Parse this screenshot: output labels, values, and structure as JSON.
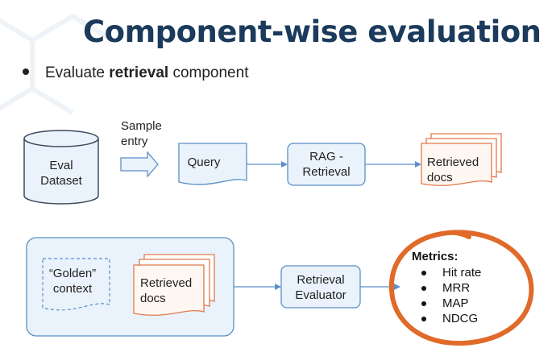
{
  "slide": {
    "title": "Component-wise evaluation",
    "bullet": {
      "prefix": "Evaluate ",
      "bold": "retrieval",
      "suffix": " component"
    }
  },
  "diagram": {
    "eval_dataset": "Eval\nDataset",
    "sample_entry": "Sample\nentry",
    "query": "Query",
    "rag_retrieval": "RAG -\nRetrieval",
    "retrieved_docs_top": "Retrieved\ndocs",
    "golden_context": "“Golden”\ncontext",
    "retrieved_docs_bottom": "Retrieved\ndocs",
    "retrieval_evaluator": "Retrieval\nEvaluator"
  },
  "metrics": {
    "title": "Metrics:",
    "items": [
      "Hit rate",
      "MRR",
      "MAP",
      "NDCG"
    ]
  },
  "colors": {
    "title": "#1b3a5c",
    "box_stroke": "#5b8fc7",
    "box_fill": "#eaf3fb",
    "doc_orange": "#e07a4a",
    "annotation_orange": "#e06a2a"
  }
}
